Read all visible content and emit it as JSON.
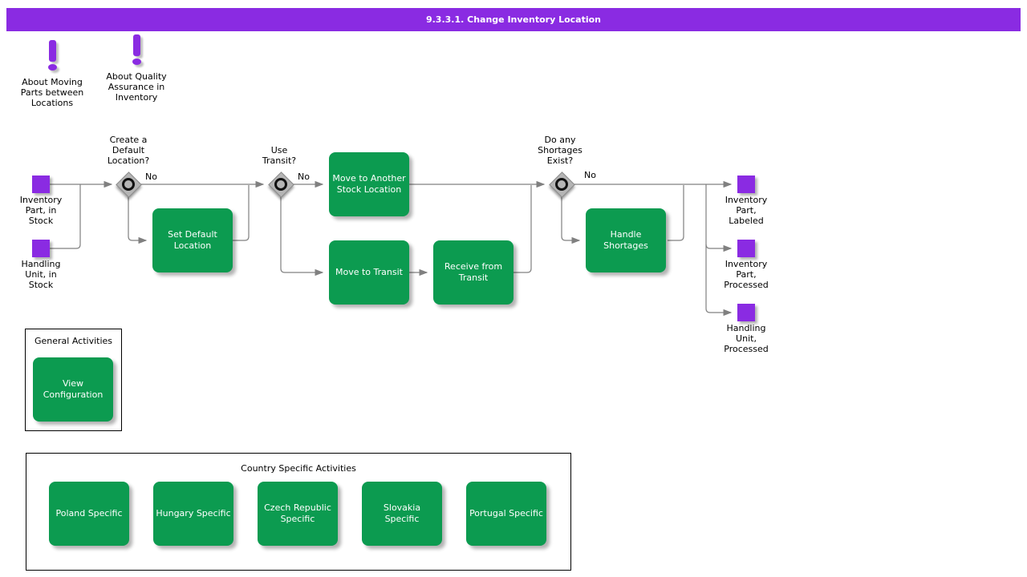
{
  "header": {
    "title": "9.3.3.1. Change Inventory Location"
  },
  "notices": [
    {
      "label": "About Moving\nParts between\nLocations"
    },
    {
      "label": "About Quality\nAssurance in\nInventory"
    }
  ],
  "flow": {
    "inputs": [
      {
        "label": "Inventory\nPart, in\nStock"
      },
      {
        "label": "Handling\nUnit, in\nStock"
      }
    ],
    "outputs": [
      {
        "label": "Inventory\nPart,\nLabeled"
      },
      {
        "label": "Inventory\nPart,\nProcessed"
      },
      {
        "label": "Handling\nUnit,\nProcessed"
      }
    ],
    "decisions": [
      {
        "question": "Create a\nDefault\nLocation?",
        "branch": "No"
      },
      {
        "question": "Use\nTransit?",
        "branch": "No"
      },
      {
        "question": "Do any\nShortages\nExist?",
        "branch": "No"
      }
    ],
    "tasks": [
      {
        "label": "Set Default\nLocation"
      },
      {
        "label": "Move to Another\nStock Location"
      },
      {
        "label": "Move to Transit"
      },
      {
        "label": "Receive from\nTransit"
      },
      {
        "label": "Handle\nShortages"
      }
    ]
  },
  "general_activities": {
    "title": "General Activities",
    "buttons": [
      {
        "label": "View\nConfiguration"
      }
    ]
  },
  "country_activities": {
    "title": "Country Specific Activities",
    "buttons": [
      {
        "label": "Poland Specific"
      },
      {
        "label": "Hungary Specific"
      },
      {
        "label": "Czech Republic\nSpecific"
      },
      {
        "label": "Slovakia\nSpecific"
      },
      {
        "label": "Portugal Specific"
      }
    ]
  },
  "colors": {
    "accent_purple": "#8A2BE2",
    "task_green": "#0C9B50",
    "line_gray": "#808080"
  }
}
